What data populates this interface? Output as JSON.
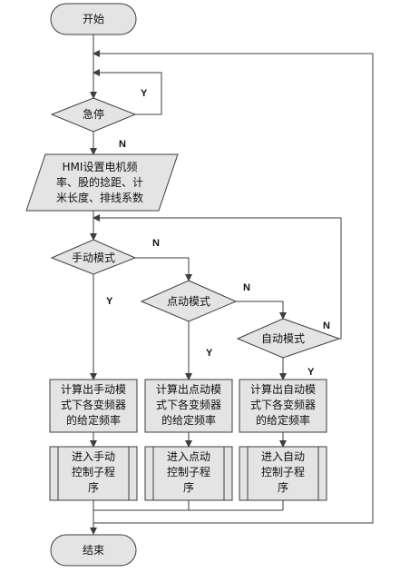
{
  "nodes": {
    "start": "开始",
    "estop": "急停",
    "hmi_set": [
      "HMI设置电机频",
      "率、股的捻距、计",
      "米长度、排线系数"
    ],
    "manual_mode": "手动模式",
    "jog_mode": "点动模式",
    "auto_mode": "自动模式",
    "calc_manual": [
      "计算出手动模",
      "式下各变频器",
      "的给定频率"
    ],
    "calc_jog": [
      "计算出点动模",
      "式下各变频器",
      "的给定频率"
    ],
    "calc_auto": [
      "计算出自动模",
      "式下各变频器",
      "的给定频率"
    ],
    "sub_manual": [
      "进入手动",
      "控制子程",
      "序"
    ],
    "sub_jog": [
      "进入点动",
      "控制子程",
      "序"
    ],
    "sub_auto": [
      "进入自动",
      "控制子程",
      "序"
    ],
    "end": "结束"
  },
  "edges": {
    "estop_yes": "Y",
    "estop_no": "N",
    "manual_no": "N",
    "manual_yes": "Y",
    "jog_no": "N",
    "jog_yes": "Y",
    "auto_no": "N",
    "auto_yes": "Y"
  },
  "colors": {
    "fill": "#e4e4e4",
    "stroke": "#3d3d3d"
  }
}
